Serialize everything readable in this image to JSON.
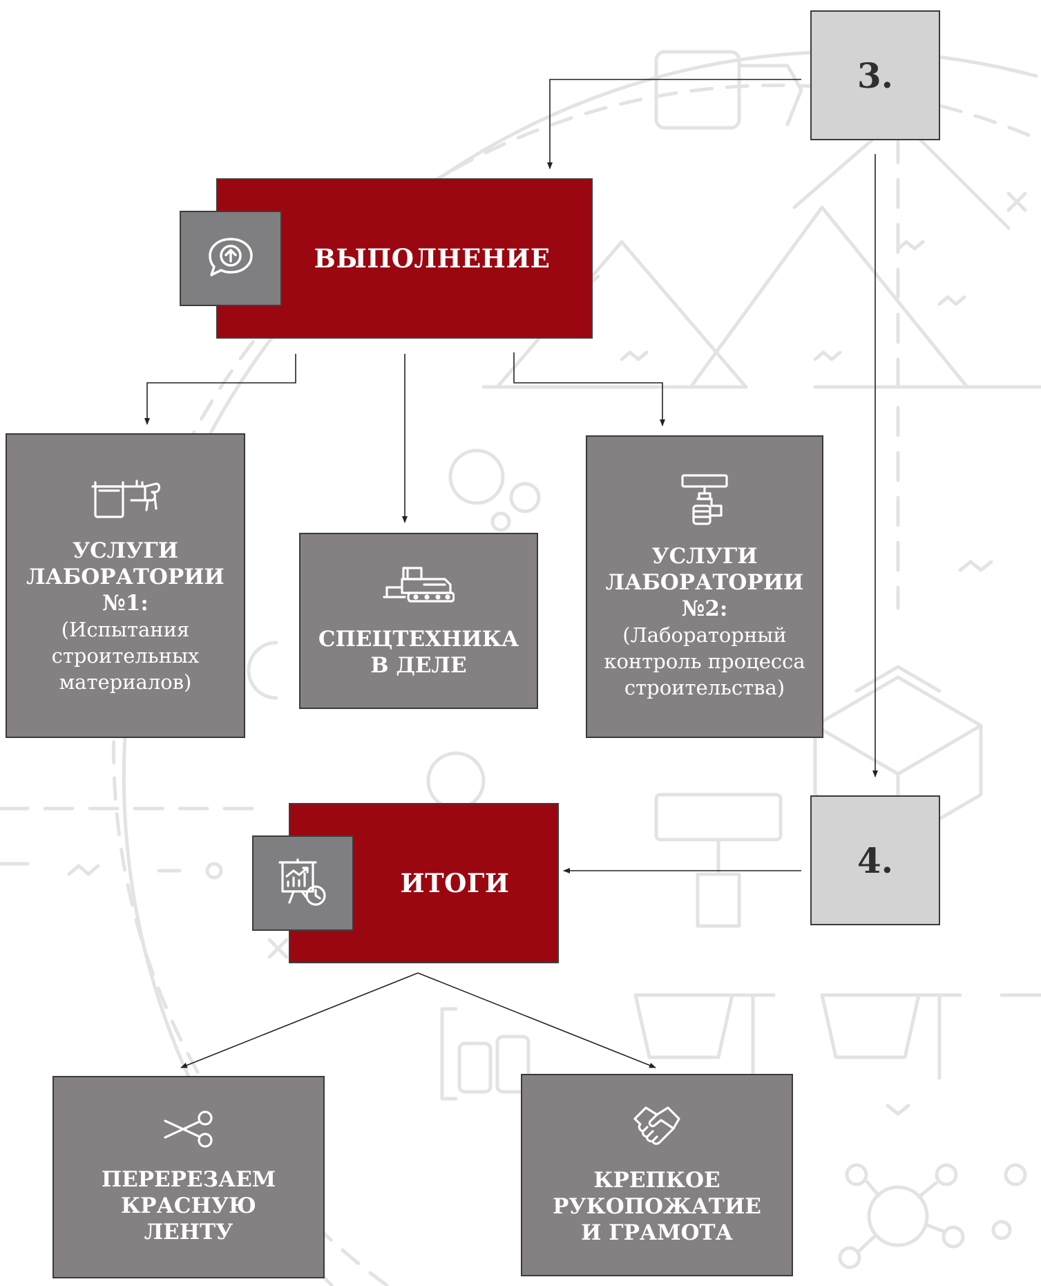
{
  "steps": {
    "step3": "3.",
    "step4": "4."
  },
  "execution": {
    "title": "ВЫПОЛНЕНИЕ",
    "icon": "upload-chat-icon"
  },
  "results": {
    "title": "ИТОГИ",
    "icon": "presentation-chart-icon"
  },
  "cards": {
    "lab1": {
      "title": "УСЛУГИ\nЛАБОРАТОРИИ\n№1:",
      "subtitle": "(Испытания\nстроительных\nматериалов)",
      "icon": "caliper-icon"
    },
    "machinery": {
      "title": "СПЕЦТЕХНИКА\nВ ДЕЛЕ",
      "icon": "paver-machine-icon"
    },
    "lab2": {
      "title": "УСЛУГИ\nЛАБОРАТОРИИ\n№2:",
      "subtitle": "(Лабораторный\nконтроль процесса\nстроительства)",
      "icon": "paint-roller-icon"
    },
    "ribbon": {
      "title": "ПЕРЕРЕЗАЕМ\nКРАСНУЮ\nЛЕНТУ",
      "icon": "scissors-icon"
    },
    "handshake": {
      "title": "КРЕПКОЕ\nРУКОПОЖАТИЕ\nИ ГРАМОТА",
      "icon": "handshake-icon"
    }
  },
  "colors": {
    "accent_red": "#9b0710",
    "card_gray": "#858081",
    "icon_gray": "#7f7f81",
    "step_gray": "#d4d3d3",
    "background_art": "#e6e6e6"
  }
}
